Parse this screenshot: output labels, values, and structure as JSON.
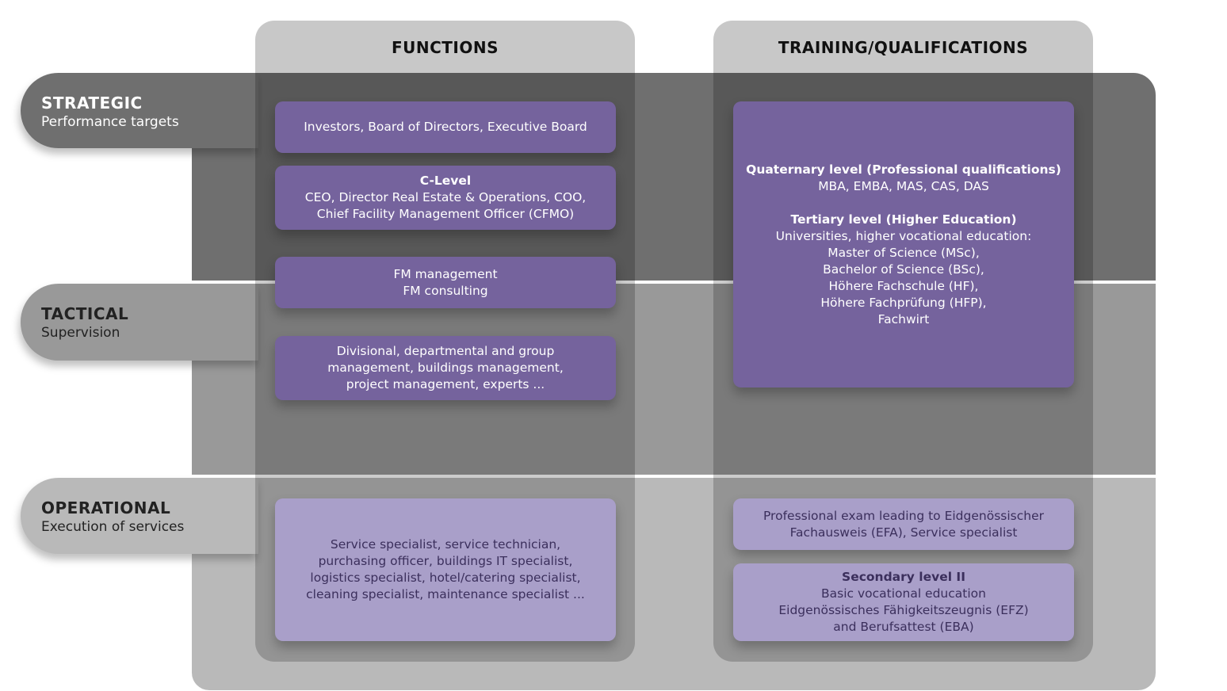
{
  "levels": {
    "strategic": {
      "title": "STRATEGIC",
      "subtitle": "Performance targets"
    },
    "tactical": {
      "title": "TACTICAL",
      "subtitle": "Supervision"
    },
    "operational": {
      "title": "OPERATIONAL",
      "subtitle": "Execution of services"
    }
  },
  "columns": {
    "functions": "FUNCTIONS",
    "training": "TRAINING/QUALIFICATIONS"
  },
  "functions": {
    "investors": "Investors, Board of Directors, Executive Board",
    "clevel_title": "C-Level",
    "clevel_line1": "CEO, Director Real Estate & Operations, COO,",
    "clevel_line2": "Chief Facility Management Officer (CFMO)",
    "fm_line1": "FM management",
    "fm_line2": "FM consulting",
    "div_line1": "Divisional, departmental and group",
    "div_line2": "management, buildings management,",
    "div_line3": "project management, experts ...",
    "ops_line1": "Service specialist, service technician,",
    "ops_line2": "purchasing officer, buildings IT specialist,",
    "ops_line3": "logistics specialist, hotel/catering specialist,",
    "ops_line4": "cleaning specialist, maintenance specialist ..."
  },
  "training": {
    "quaternary_title": "Quaternary level (Professional qualifications)",
    "quaternary_line1": "MBA, EMBA, MAS, CAS, DAS",
    "tertiary_title": "Tertiary level (Higher Education)",
    "tertiary_lines": [
      "Universities, higher vocational education:",
      "Master of Science (MSc),",
      "Bachelor of Science (BSc),",
      "Höhere Fachschule (HF),",
      "Höhere Fachprüfung (HFP),",
      "Fachwirt"
    ],
    "exam_line1": "Professional exam leading to Eidgenössischer",
    "exam_line2": "Fachausweis (EFA), Service specialist",
    "secondary_title": "Secondary level II",
    "secondary_line1": "Basic vocational education",
    "secondary_line2": "Eidgenössisches Fähigkeitszeugnis (EFZ)",
    "secondary_line3": "and Berufsattest (EBA)"
  },
  "colors": {
    "dark_box": "#75639d",
    "light_box": "#a99fc9",
    "strategic_band": "#6f6f6f",
    "tactical_band": "#999999",
    "operational_band": "#b9b9b9"
  }
}
